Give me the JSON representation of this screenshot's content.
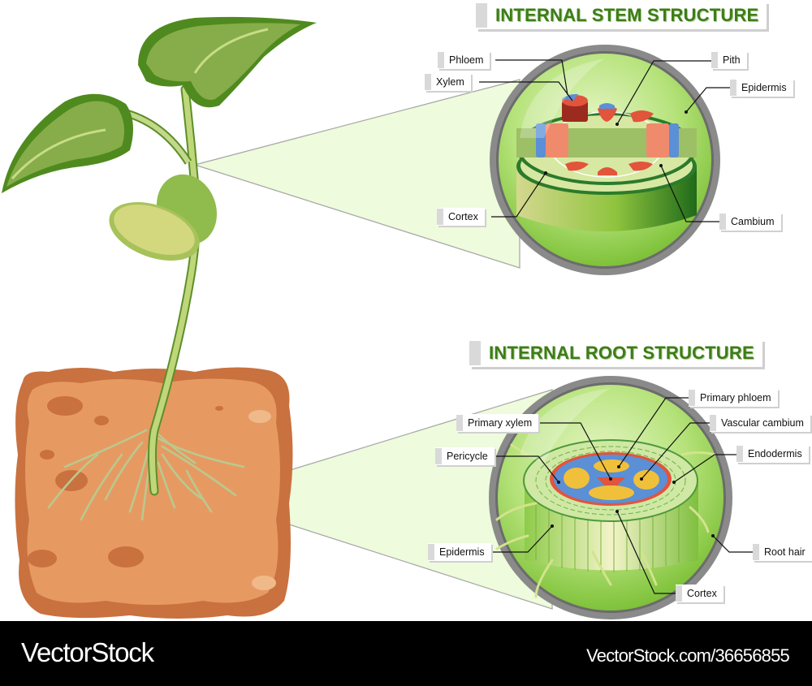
{
  "stem": {
    "title": "INTERNAL STEM STRUCTURE",
    "labels": {
      "phloem": "Phloem",
      "xylem": "Xylem",
      "pith": "Pith",
      "epidermis": "Epidermis",
      "cortex": "Cortex",
      "cambium": "Cambium"
    }
  },
  "root": {
    "title": "INTERNAL ROOT STRUCTURE",
    "labels": {
      "primary_phloem": "Primary phloem",
      "primary_xylem": "Primary xylem",
      "vascular_cambium": "Vascular cambium",
      "pericycle": "Pericycle",
      "endodermis": "Endodermis",
      "epidermis": "Epidermis",
      "root_hair": "Root hair",
      "cortex": "Cortex"
    }
  },
  "colors": {
    "title_green": "#3d7d17",
    "leaf_dark": "#4f8a1f",
    "leaf_mid": "#86ad4a",
    "soil": "#e59a63",
    "soil_dark": "#c46e3f",
    "xylem_red": "#e2543b",
    "phloem_blue": "#5b8fd6",
    "magnifier_ring": "#7a7a7a"
  },
  "footer": {
    "brand": "VectorStock",
    "reference": "VectorStock.com/36656855"
  }
}
